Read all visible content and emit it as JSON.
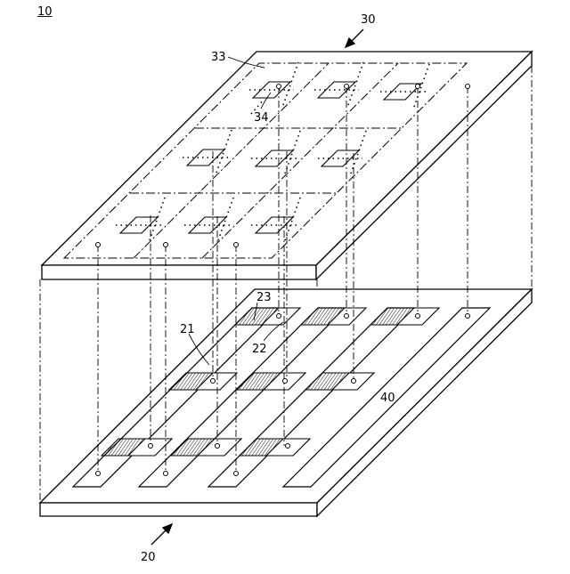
{
  "figure": {
    "ref": "10"
  },
  "labels": {
    "upper_substrate": "30",
    "lower_substrate": "20",
    "grid_line": "33",
    "window": "34",
    "strip": "21",
    "sensing_pad": "22",
    "hatched_region": "23",
    "base": "40"
  },
  "colors": {
    "stroke": "#000000",
    "background": "#ffffff"
  }
}
